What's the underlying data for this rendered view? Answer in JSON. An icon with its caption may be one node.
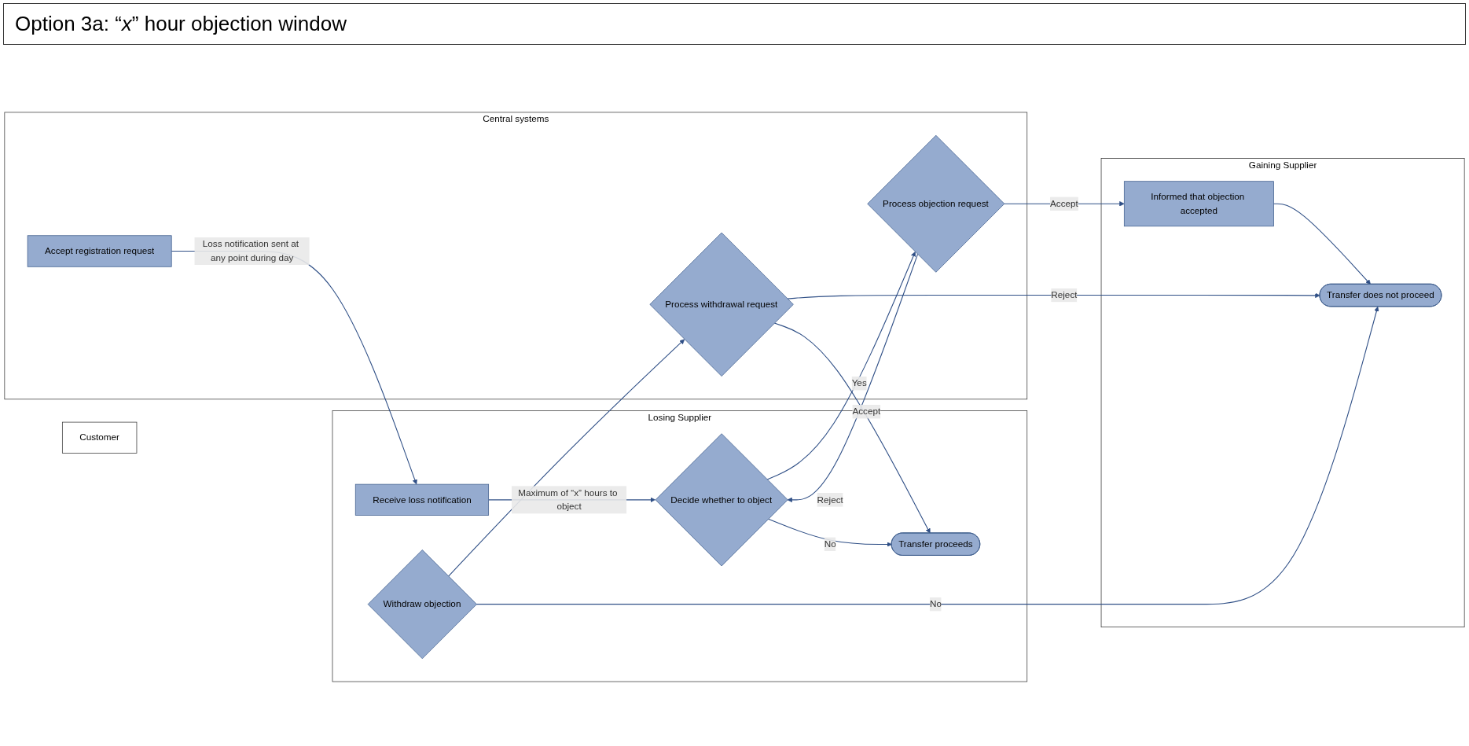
{
  "diagram": {
    "title": "Option 3a: “*x*” hour objection window",
    "nodes": [
      {
        "text": [
          "Central systems"
        ]
      },
      {
        "text": [
          "Accept registration request"
        ],
        "in": 0
      },
      {
        "text": [
          "Process objection request"
        ],
        "in": 0
      },
      {
        "text": [
          "Process withdrawal request"
        ],
        "in": 0
      },
      {
        "text": [
          "Customer"
        ]
      },
      {
        "text": [
          "Gaining Supplier"
        ]
      },
      {
        "text": [
          "Informed that objection accepted"
        ],
        "in": 5
      },
      {
        "text": [
          "Transfer does not proceed"
        ],
        "in": 5
      },
      {
        "text": [
          "Losing Supplier"
        ]
      },
      {
        "text": [
          "Receive loss notification"
        ],
        "in": 8
      },
      {
        "text": [
          "Decide whether to object"
        ],
        "in": 8
      },
      {
        "text": [
          "Withdraw objection"
        ],
        "in": 8
      },
      {
        "text": [
          "Transfer proceeds"
        ],
        "in": 8
      }
    ],
    "edges": [
      {
        "from": 1,
        "to": 9,
        "arrow": "to",
        "label": "Loss notification sent at any point during day"
      },
      {
        "from": 9,
        "to": 10,
        "arrow": "to",
        "label": "Maximum of “x” hours to object"
      },
      {
        "from": 10,
        "to": 2,
        "arrow": "to",
        "label": "Yes"
      },
      {
        "from": 2,
        "to": 10,
        "arrow": "to",
        "label": "Reject"
      },
      {
        "from": 2,
        "to": 6,
        "arrow": "to",
        "label": "Accept"
      },
      {
        "from": 6,
        "to": 7,
        "arrow": "to"
      },
      {
        "from": 3,
        "to": 7,
        "arrow": "to",
        "label": "Reject"
      },
      {
        "from": 11,
        "to": 7,
        "arrow": "to",
        "label": "No"
      },
      {
        "from": 11,
        "to": 3,
        "arrow": "to"
      },
      {
        "from": 3,
        "to": 12,
        "arrow": "to",
        "label": "Accept"
      },
      {
        "from": 10,
        "to": 12,
        "arrow": "to",
        "label": "No"
      }
    ]
  }
}
